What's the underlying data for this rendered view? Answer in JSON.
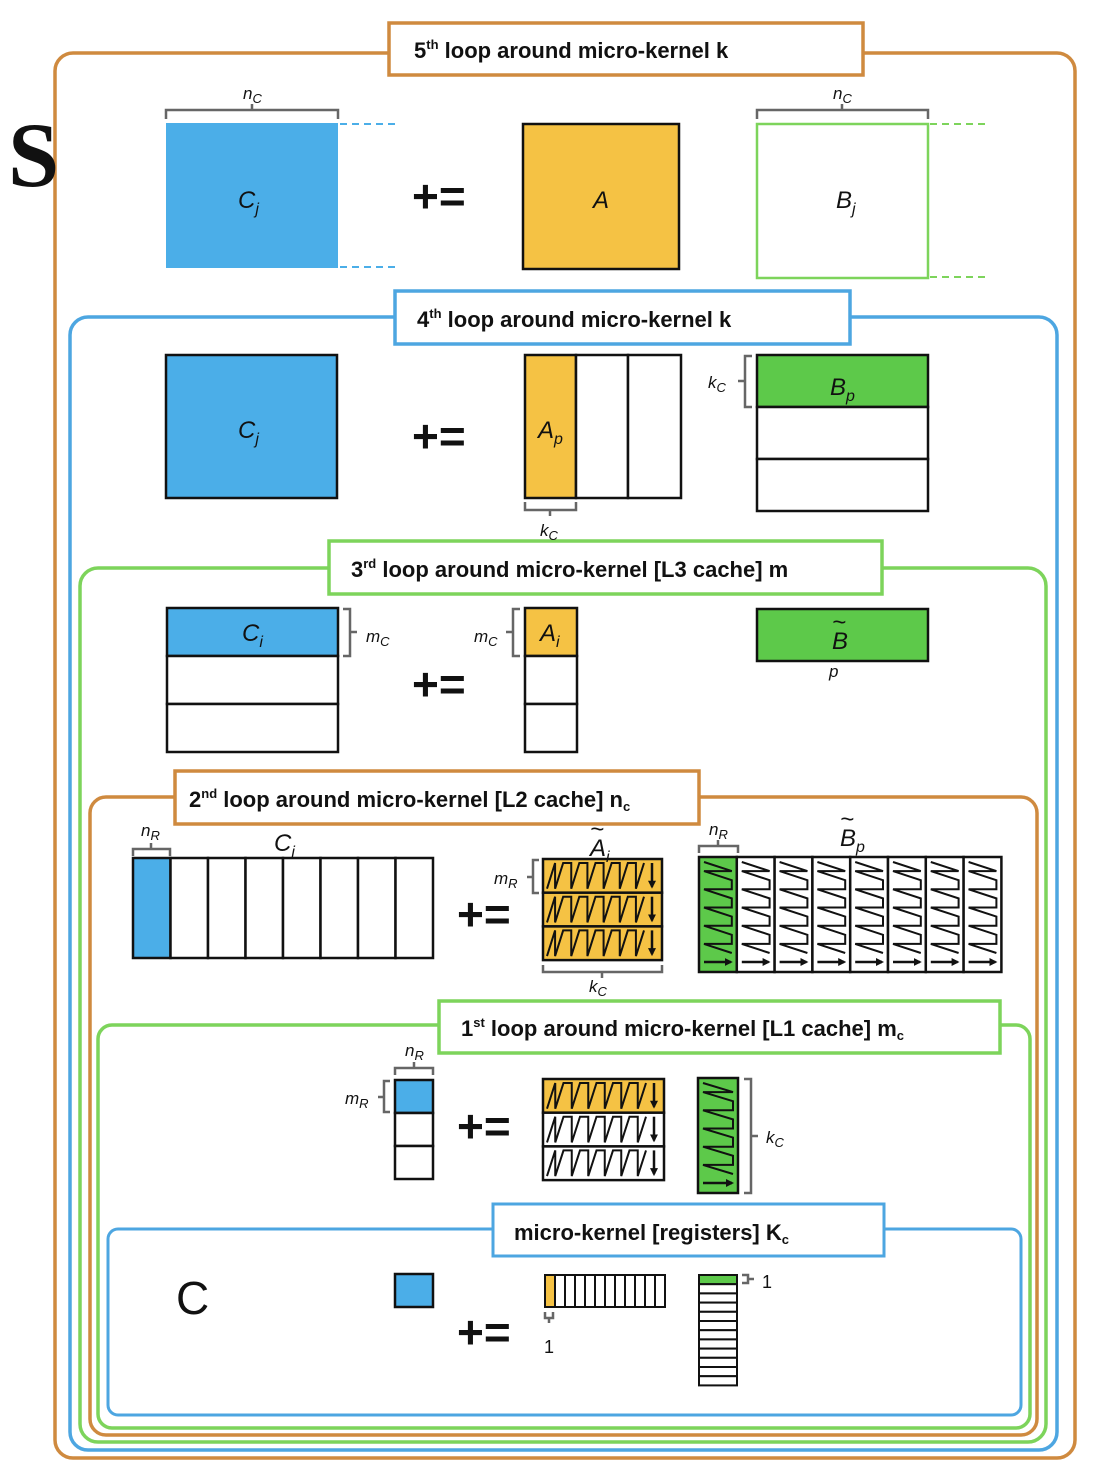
{
  "side_labels": {
    "s": "S",
    "c": "C"
  },
  "loops": {
    "loop5": {
      "title_pre": "5",
      "title_sup": "th",
      "title_post": " loop around micro-kernel  k"
    },
    "loop4": {
      "title_pre": "4",
      "title_sup": "th",
      "title_post": " loop around micro-kernel  k"
    },
    "loop3": {
      "title_pre": "3",
      "title_sup": "rd",
      "title_post": " loop around micro-kernel [L3 cache] m"
    },
    "loop2": {
      "title_pre": "2",
      "title_sup": "nd",
      "title_post": " loop around micro-kernel [L2 cache] n",
      "title_sub": "c"
    },
    "loop1": {
      "title_pre": "1",
      "title_sup": "st",
      "title_post": " loop around micro-kernel [L1 cache] m",
      "title_sub": "c"
    },
    "micro": {
      "title_pre": "micro-kernel [registers] K",
      "title_sub": "c"
    }
  },
  "labels": {
    "cj": "C",
    "cj_sub": "j",
    "a": "A",
    "bj": "B",
    "bj_sub": "j",
    "ap": "A",
    "ap_sub": "p",
    "bp": "B",
    "bp_sub": "p",
    "ci": "C",
    "ci_sub": "i",
    "ai": "A",
    "ai_sub": "i",
    "btilde": "B",
    "btilde_sub": "p",
    "tilde": "~",
    "n": "n",
    "m": "m",
    "k": "k",
    "sub_c": "C",
    "sub_r": "R",
    "one": "1",
    "op": "+="
  },
  "colors": {
    "orange_border": "#CF8A3F",
    "blue_border": "#4DA6E1",
    "green_border": "#7DD45B",
    "blue_fill": "#4BAEE8",
    "yellow_fill": "#F5C244",
    "green_fill": "#5DC94A"
  }
}
